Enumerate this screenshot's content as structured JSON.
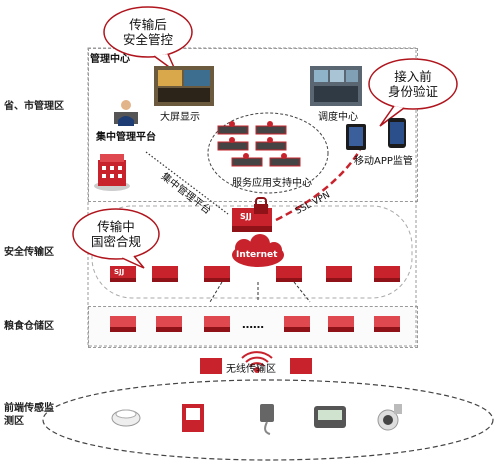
{
  "zones": {
    "province": "省、市管理区",
    "transport": "安全传输区",
    "storage": "粮食仓储区",
    "sensing": "前端传感监测区"
  },
  "management": {
    "title": "管理中心",
    "big_screen": "大屏显示",
    "dispatch": "调度中心",
    "platform": "集中管理平台",
    "service": "服务应用支持中心",
    "mobile": "移动APP监管",
    "central_link": "集中管理平台",
    "ssl": "SSL VPN"
  },
  "callouts": {
    "control": [
      "传输后",
      "安全管控"
    ],
    "verify": [
      "接入前",
      "身份验证"
    ],
    "compliance": [
      "传输中",
      "国密合规"
    ]
  },
  "network": {
    "internet": "Internet",
    "sjj": "SJJ",
    "wireless": "无线传输区",
    "ellipsis": "……"
  },
  "colors": {
    "red": "#c8232c",
    "dark_red": "#8e1218",
    "callout_fill": "#ffffff",
    "callout_stroke": "#b0141c"
  }
}
